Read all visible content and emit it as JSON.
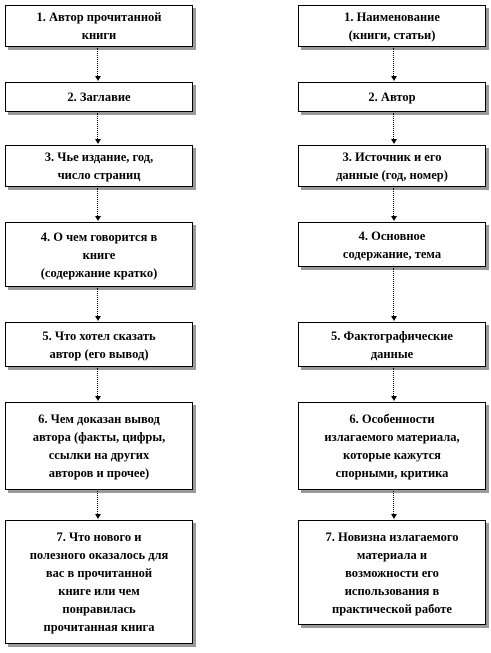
{
  "left_column": [
    "1. Автор прочитанной\nкниги",
    "2. Заглавие",
    "3. Чье издание, год,\nчисло страниц",
    "4. О чем говорится в\nкниге\n(содержание кратко)",
    "5. Что хотел сказать\nавтор (его вывод)",
    "6. Чем доказан вывод\nавтора (факты, цифры,\nссылки на других\nавторов и прочее)",
    "7. Что нового и\nполезного оказалось для\nвас в прочитанной\nкниге или чем\nпонравилась\nпрочитанная книга"
  ],
  "right_column": [
    "1. Наименование\n(книги, статьи)",
    "2. Автор",
    "3. Источник и его\nданные (год, номер)",
    "4. Основное\nсодержание, тема",
    "5. Фактографические\nданные",
    "6. Особенности\nизлагаемого материала,\nкоторые кажутся\nспорными, критика",
    "7. Новизна излагаемого\nматериала и\nвозможности его\nиспользования в\nпрактической работе"
  ]
}
